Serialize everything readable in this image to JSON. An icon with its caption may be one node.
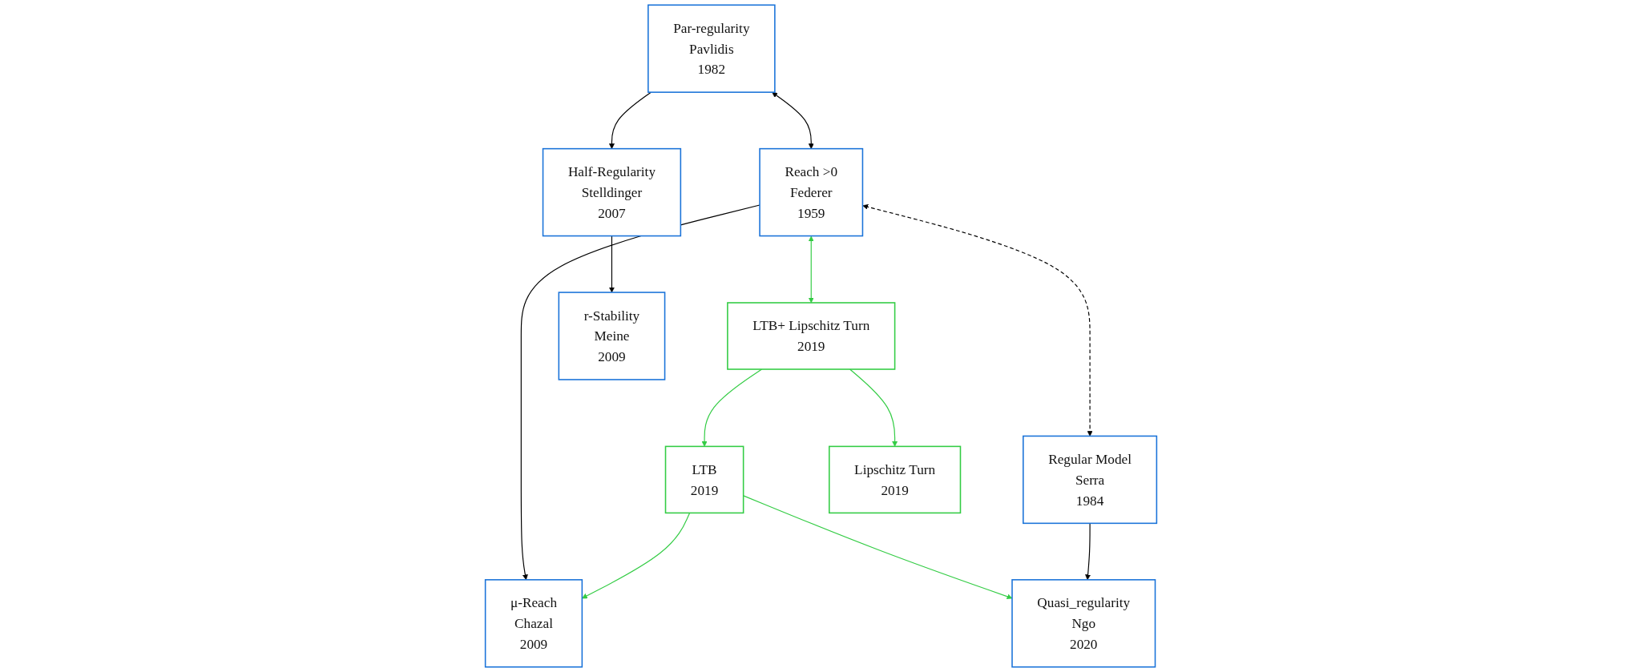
{
  "diagram": {
    "nodes": [
      {
        "text": [
          "Par-regularity",
          "Pavlidis",
          "1982"
        ]
      },
      {
        "text": [
          "Reach >0",
          "Federer",
          "1959"
        ]
      },
      {
        "text": [
          "LTB+ Lipschitz Turn",
          "2019"
        ]
      },
      {
        "text": [
          "Regular Model",
          "Serra",
          "1984"
        ]
      },
      {
        "text": [
          "LTB",
          "2019"
        ]
      },
      {
        "text": [
          "Lipschitz Turn",
          "2019"
        ]
      },
      {
        "text": [
          "Half-Regularity",
          "Stelldinger",
          "2007"
        ]
      },
      {
        "text": [
          "μ-Reach",
          "Chazal",
          "2009"
        ]
      },
      {
        "text": [
          "Quasi_regularity",
          "Ngo",
          "2020"
        ]
      },
      {
        "text": [
          "r-Stability",
          "Meine",
          "2009"
        ]
      }
    ],
    "edges": [
      {
        "from": 0,
        "to": 1,
        "arrow": "both"
      },
      {
        "from": 1,
        "to": 2,
        "arrow": "both",
        "color": "#33cc44"
      },
      {
        "from": 1,
        "to": 3,
        "arrow": "both",
        "style": "dashed"
      },
      {
        "from": 2,
        "to": 4,
        "arrow": "to",
        "color": "#33cc44"
      },
      {
        "from": 2,
        "to": 5,
        "arrow": "to",
        "color": "#33cc44"
      },
      {
        "from": 0,
        "to": 6,
        "arrow": "to"
      },
      {
        "from": 1,
        "to": 7,
        "arrow": "to"
      },
      {
        "from": 4,
        "to": 7,
        "arrow": "to",
        "color": "#33cc44"
      },
      {
        "from": 4,
        "to": 8,
        "arrow": "to",
        "color": "#33cc44"
      },
      {
        "from": 3,
        "to": 8,
        "arrow": "to"
      },
      {
        "from": 6,
        "to": 9,
        "arrow": "to"
      }
    ]
  }
}
